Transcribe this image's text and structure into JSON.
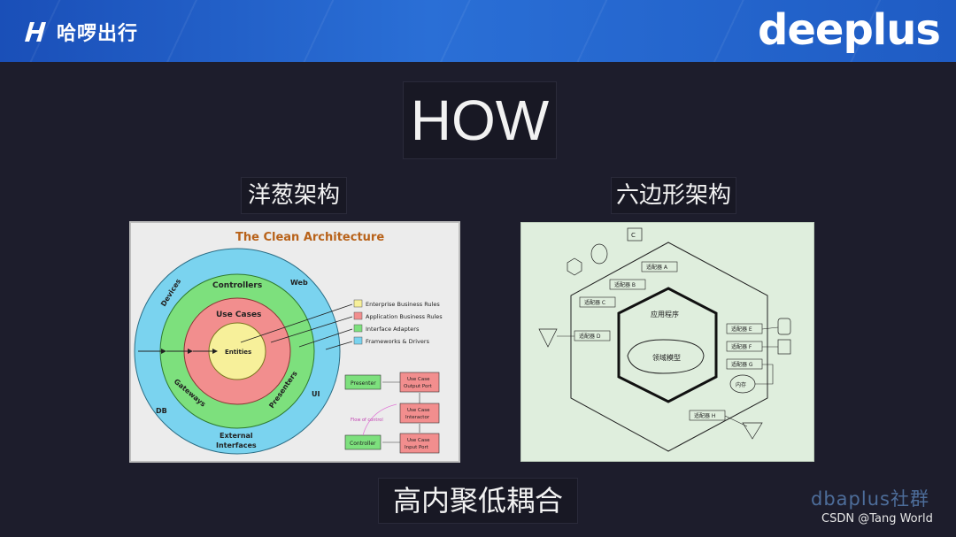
{
  "header": {
    "left_brand": "哈啰出行",
    "right_brand": "deeplus"
  },
  "title": "HOW",
  "left_caption": "洋葱架构",
  "right_caption": "六边形架构",
  "bottom_caption": "高内聚低耦合",
  "clean_architecture": {
    "title": "The Clean Architecture",
    "ring_labels": {
      "devices": "Devices",
      "web": "Web",
      "controllers": "Controllers",
      "use_cases": "Use Cases",
      "entities": "Entities",
      "gateways": "Gateways",
      "presenters": "Presenters",
      "db": "DB",
      "ui": "UI",
      "external": "External",
      "interfaces": "Interfaces"
    },
    "legend": [
      {
        "label": "Enterprise Business Rules",
        "color": "#f7f09a"
      },
      {
        "label": "Application Business Rules",
        "color": "#f28e8e"
      },
      {
        "label": "Interface Adapters",
        "color": "#7de07d"
      },
      {
        "label": "Frameworks & Drivers",
        "color": "#7ad3ef"
      }
    ],
    "flow": {
      "presenter": "Presenter",
      "output_port_1": "Use Case",
      "output_port_2": "Output Port",
      "interactor_1": "Use Case",
      "interactor_2": "Interactor",
      "flow_of_control": "Flow of control",
      "controller": "Controller",
      "input_port_1": "Use Case",
      "input_port_2": "Input Port"
    }
  },
  "hexagonal_architecture": {
    "app_label": "应用程序",
    "domain_label": "领域模型",
    "memory_label": "内存",
    "adapters": {
      "a": "适配器 A",
      "b": "适配器 B",
      "c": "适配器 C",
      "d": "适配器 D",
      "e": "适配器 E",
      "f": "适配器 F",
      "g": "适配器 G",
      "h": "适配器 H"
    },
    "clients": {
      "c": "C"
    }
  },
  "watermark": {
    "community": "dbaplus社群",
    "credit": "CSDN @Tang World"
  }
}
